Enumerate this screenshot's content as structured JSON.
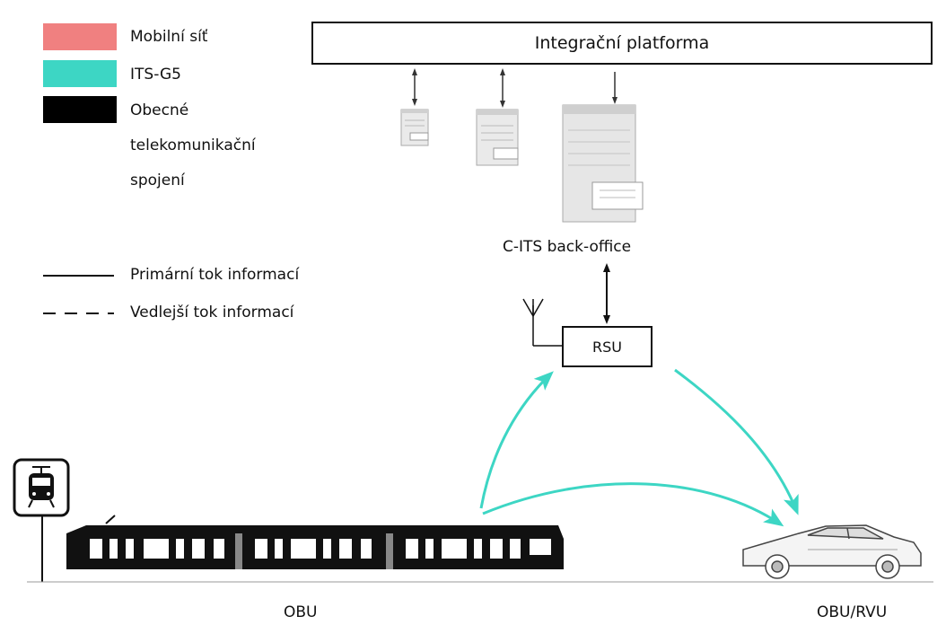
{
  "legend": {
    "colors": [
      {
        "label": "Mobilní síť",
        "color": "#f08080"
      },
      {
        "label": "ITS-G5",
        "color": "#3dd6c4"
      },
      {
        "label_lines": [
          "Obecné",
          "telekomunikační",
          "spojení"
        ],
        "color": "#000000"
      }
    ],
    "lines": [
      {
        "label": "Primární tok informací",
        "style": "solid"
      },
      {
        "label": "Vedlejší tok informací",
        "style": "dashed"
      }
    ]
  },
  "nodes": {
    "platform": "Integrační platforma",
    "backoffice": "C-ITS back-office",
    "rsu": "RSU",
    "obu": "OBU",
    "obu_rvu": "OBU/RVU"
  },
  "colors": {
    "its_g5": "#3dd6c4",
    "line": "#111111"
  },
  "icons": [
    "server-icon",
    "antenna-icon",
    "tram-stop-sign-icon",
    "tram-icon",
    "car-icon"
  ]
}
